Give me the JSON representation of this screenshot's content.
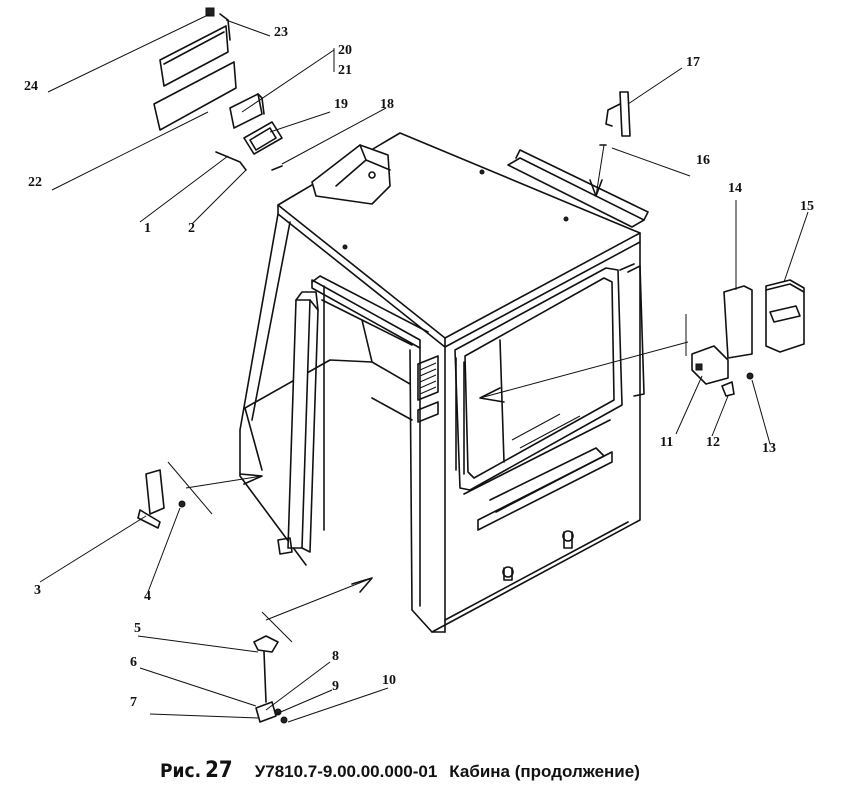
{
  "caption": {
    "figure_label": "Рис.",
    "figure_number": "27",
    "drawing_code": "У7810.7-9.00.00.000-01",
    "title": "Кабина  (продолжение)"
  },
  "callouts": {
    "n1": "1",
    "n2": "2",
    "n3": "3",
    "n4": "4",
    "n5": "5",
    "n6": "6",
    "n7": "7",
    "n8": "8",
    "n9": "9",
    "n10": "10",
    "n11": "11",
    "n12": "12",
    "n13": "13",
    "n14": "14",
    "n15": "15",
    "n16": "16",
    "n17": "17",
    "n18": "18",
    "n19": "19",
    "n20": "20",
    "n21": "21",
    "n22": "22",
    "n23": "23",
    "n24": "24"
  }
}
